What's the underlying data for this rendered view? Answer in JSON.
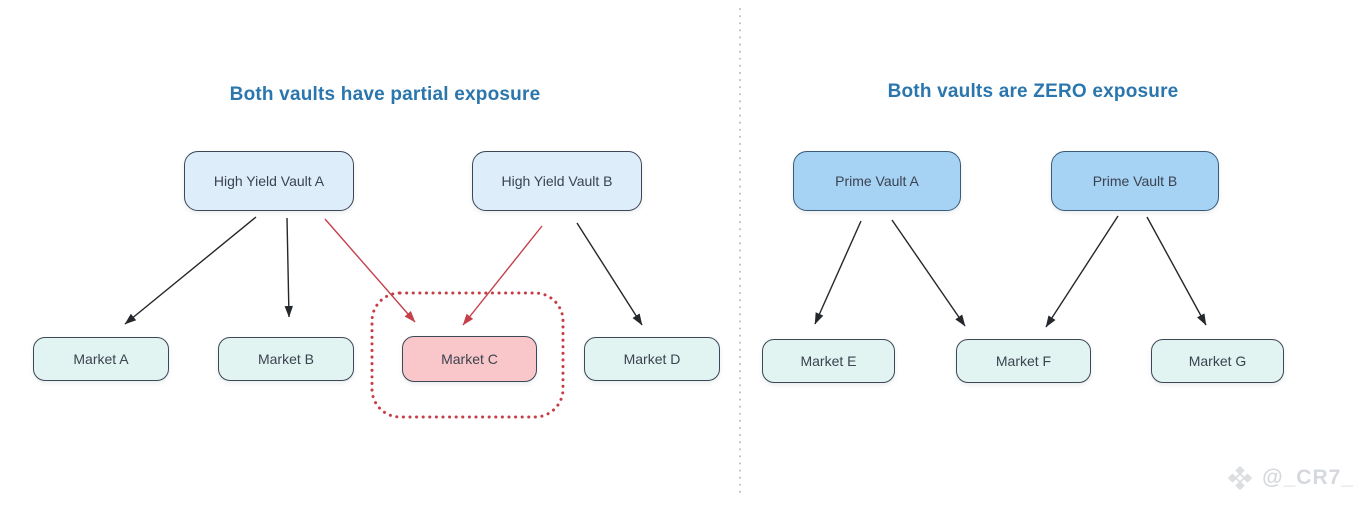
{
  "left_panel": {
    "title": "Both vaults have partial exposure",
    "vaults": [
      {
        "label": "High Yield Vault A"
      },
      {
        "label": "High Yield Vault B"
      }
    ],
    "markets": [
      {
        "label": "Market A"
      },
      {
        "label": "Market B"
      },
      {
        "label": "Market C",
        "highlighted": true
      },
      {
        "label": "Market D"
      }
    ],
    "edges": [
      {
        "from": "High Yield Vault A",
        "to": "Market A",
        "color": "black"
      },
      {
        "from": "High Yield Vault A",
        "to": "Market B",
        "color": "black"
      },
      {
        "from": "High Yield Vault A",
        "to": "Market C",
        "color": "red"
      },
      {
        "from": "High Yield Vault B",
        "to": "Market C",
        "color": "red"
      },
      {
        "from": "High Yield Vault B",
        "to": "Market D",
        "color": "black"
      }
    ]
  },
  "right_panel": {
    "title": "Both vaults are ZERO exposure",
    "vaults": [
      {
        "label": "Prime Vault A"
      },
      {
        "label": "Prime Vault B"
      }
    ],
    "markets": [
      {
        "label": "Market E"
      },
      {
        "label": "Market F"
      },
      {
        "label": "Market G"
      }
    ],
    "edges": [
      {
        "from": "Prime Vault A",
        "to": "Market E",
        "color": "black"
      },
      {
        "from": "Prime Vault A",
        "to": "Market F",
        "color": "black"
      },
      {
        "from": "Prime Vault B",
        "to": "Market F",
        "color": "black"
      },
      {
        "from": "Prime Vault B",
        "to": "Market G",
        "color": "black"
      }
    ]
  },
  "watermark": {
    "icon": "binance-diamond-icon",
    "handle": "@_CR7_"
  },
  "colors": {
    "title_blue": "#2a76ad",
    "vault_light_fill": "#ddedf9",
    "vault_prime_fill": "#a6d2f4",
    "market_fill": "#e1f4f1",
    "market_danger_fill": "#f9c6c9",
    "node_border": "#3d4756",
    "arrow_black": "#24272c",
    "arrow_red": "#c4404a",
    "highlight_red": "#c63d45",
    "divider_gray": "#b8bfc6",
    "watermark_gray": "#d5d9dd"
  }
}
